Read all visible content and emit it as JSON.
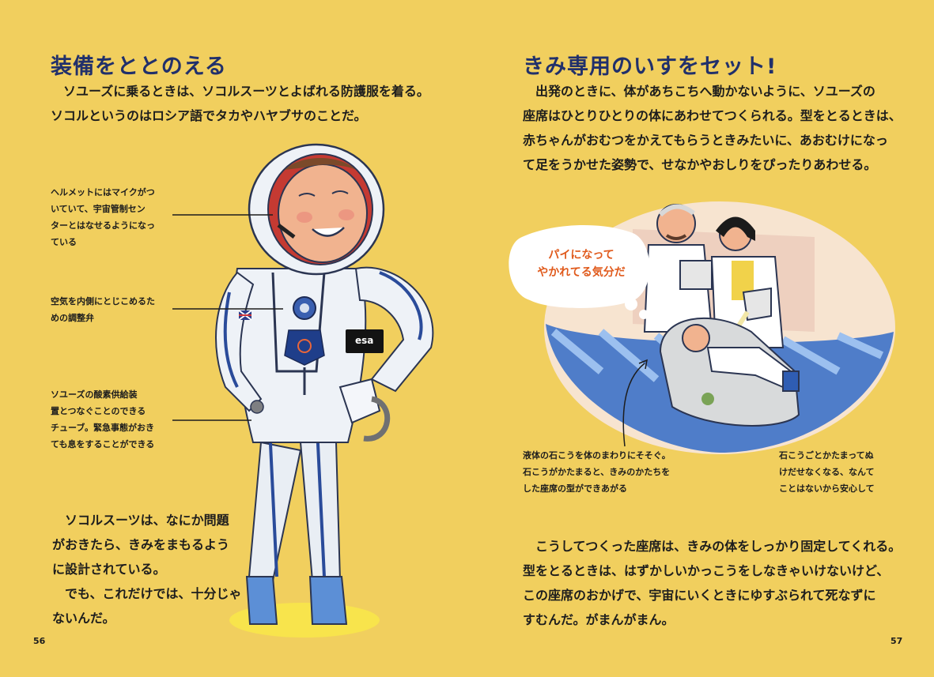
{
  "left": {
    "title": "装備をととのえる",
    "intro": "　ソユーズに乗るときは、ソコルスーツとよばれる防護服を着る。\nソコルというのはロシア語でタカやハヤブサのことだ。",
    "callouts": [
      "ヘルメットにはマイクがつ\nいていて、宇宙管制セン\nターとはなせるようになっ\nている",
      "空気を内側にとじこめるた\nめの調整弁",
      "ソユーズの酸素供給装\n置とつなぐことのできる\nチューブ。緊急事態がおき\nても息をすることができる"
    ],
    "body": "　ソコルスーツは、なにか問題\nがおきたら、きみをまもるよう\nに設計されている。\n　でも、これだけでは、十分じゃ\nないんだ。",
    "patch_label": "esa",
    "page_number": "56"
  },
  "right": {
    "title": "きみ専用のいすをセット!",
    "intro": "　出発のときに、体があちこちへ動かないように、ソユーズの\n座席はひとりひとりの体にあわせてつくられる。型をとるときは、\n赤ちゃんがおむつをかえてもらうときみたいに、あおむけになっ\nて足をうかせた姿勢で、せなかやおしりをぴったりあわせる。",
    "speech": "パイになって\nやかれてる気分だ",
    "caption_left": "液体の石こうを体のまわりにそそぐ。\n石こうがかたまると、きみのかたちを\nした座席の型ができあがる",
    "caption_right": "石こうごとかたまってぬ\nけだせなくなる、なんて\nことはないから安心して",
    "body": "　こうしてつくった座席は、きみの体をしっかり固定してくれる。\n型をとるときは、はずかしいかっこうをしなきゃいけないけど、\nこの座席のおかげで、宇宙にいくときにゆすぶられて死なずに\nすむんだ。がまんがまん。",
    "page_number": "57"
  },
  "colors": {
    "page": "#f1cf5e",
    "title": "#21306b",
    "speech_text": "#e05a1c"
  }
}
